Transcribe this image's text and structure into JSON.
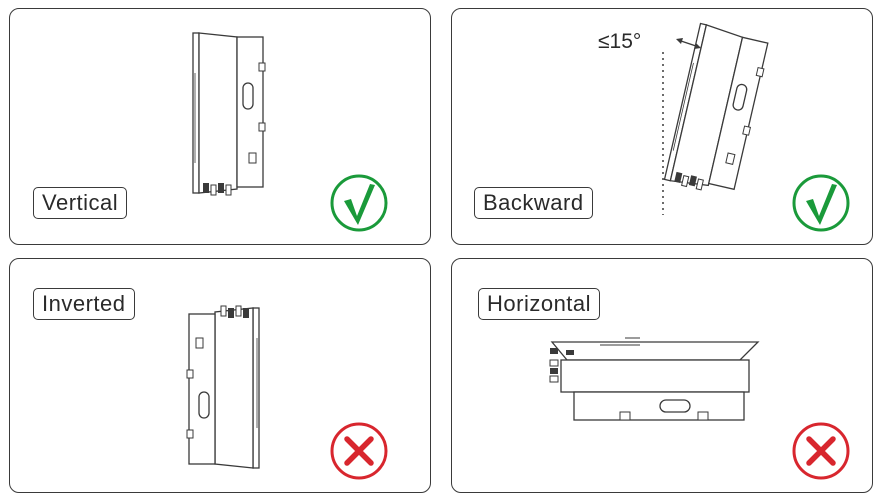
{
  "panels": [
    {
      "label": "Vertical",
      "status": "ok"
    },
    {
      "label": "Backward",
      "status": "ok",
      "angle": "≤15°"
    },
    {
      "label": "Inverted",
      "status": "not-ok"
    },
    {
      "label": "Horizontal",
      "status": "not-ok"
    }
  ],
  "icons": {
    "ok": "checkmark-circle-icon",
    "not_ok": "cross-circle-icon"
  },
  "colors": {
    "ok": "#1a9a3a",
    "not_ok": "#d8262e",
    "line": "#3a3a3a"
  }
}
